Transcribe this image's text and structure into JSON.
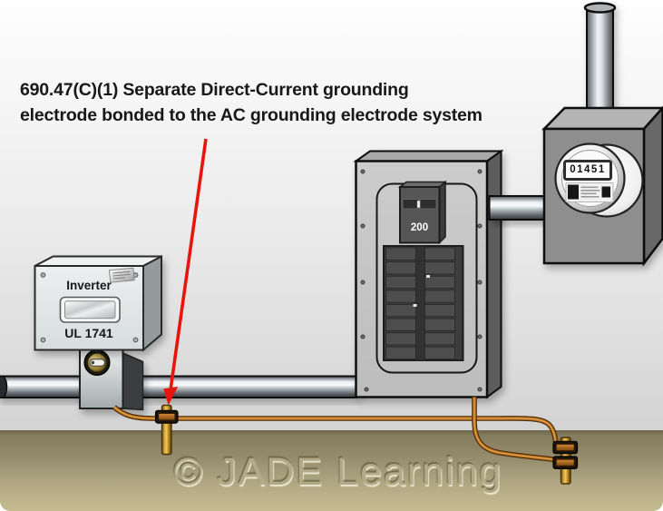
{
  "title": {
    "line1": "690.47(C)(1) Separate Direct-Current grounding",
    "line2": "electrode bonded to the AC grounding electrode system"
  },
  "inverter": {
    "name": "Inverter",
    "listing": "UL 1741"
  },
  "panel": {
    "main_breaker_rating": "200"
  },
  "meter": {
    "reading": "01451"
  },
  "watermark": "© JADE Learning",
  "colors": {
    "arrow": "#e8150d",
    "copper": "#b5701d",
    "brass": "#d9ae45",
    "ground_top": "#8a8164",
    "ground_bottom": "#c3b98f"
  }
}
